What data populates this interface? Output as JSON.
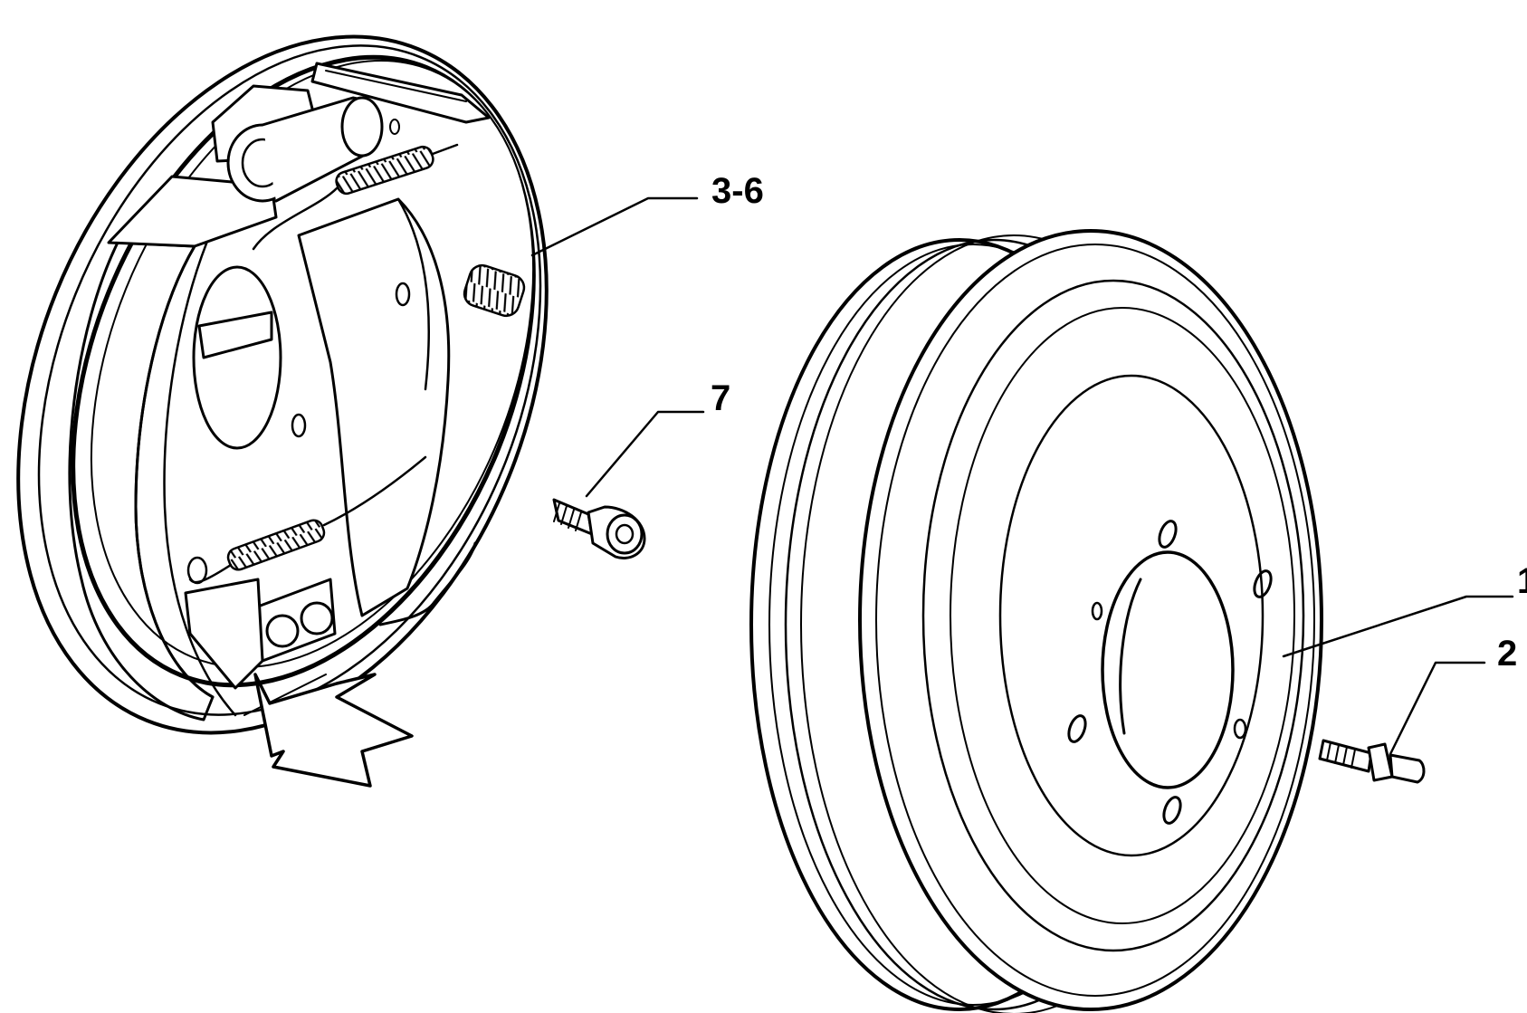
{
  "diagram": {
    "callouts": [
      {
        "id": "backplate",
        "label": "3-6"
      },
      {
        "id": "screw",
        "label": "7"
      },
      {
        "id": "drum",
        "label": "1"
      },
      {
        "id": "stud",
        "label": "2"
      }
    ]
  },
  "colors": {
    "ink": "#000000",
    "background": "#ffffff"
  },
  "icons": {
    "direction": "direction-arrow-icon"
  }
}
